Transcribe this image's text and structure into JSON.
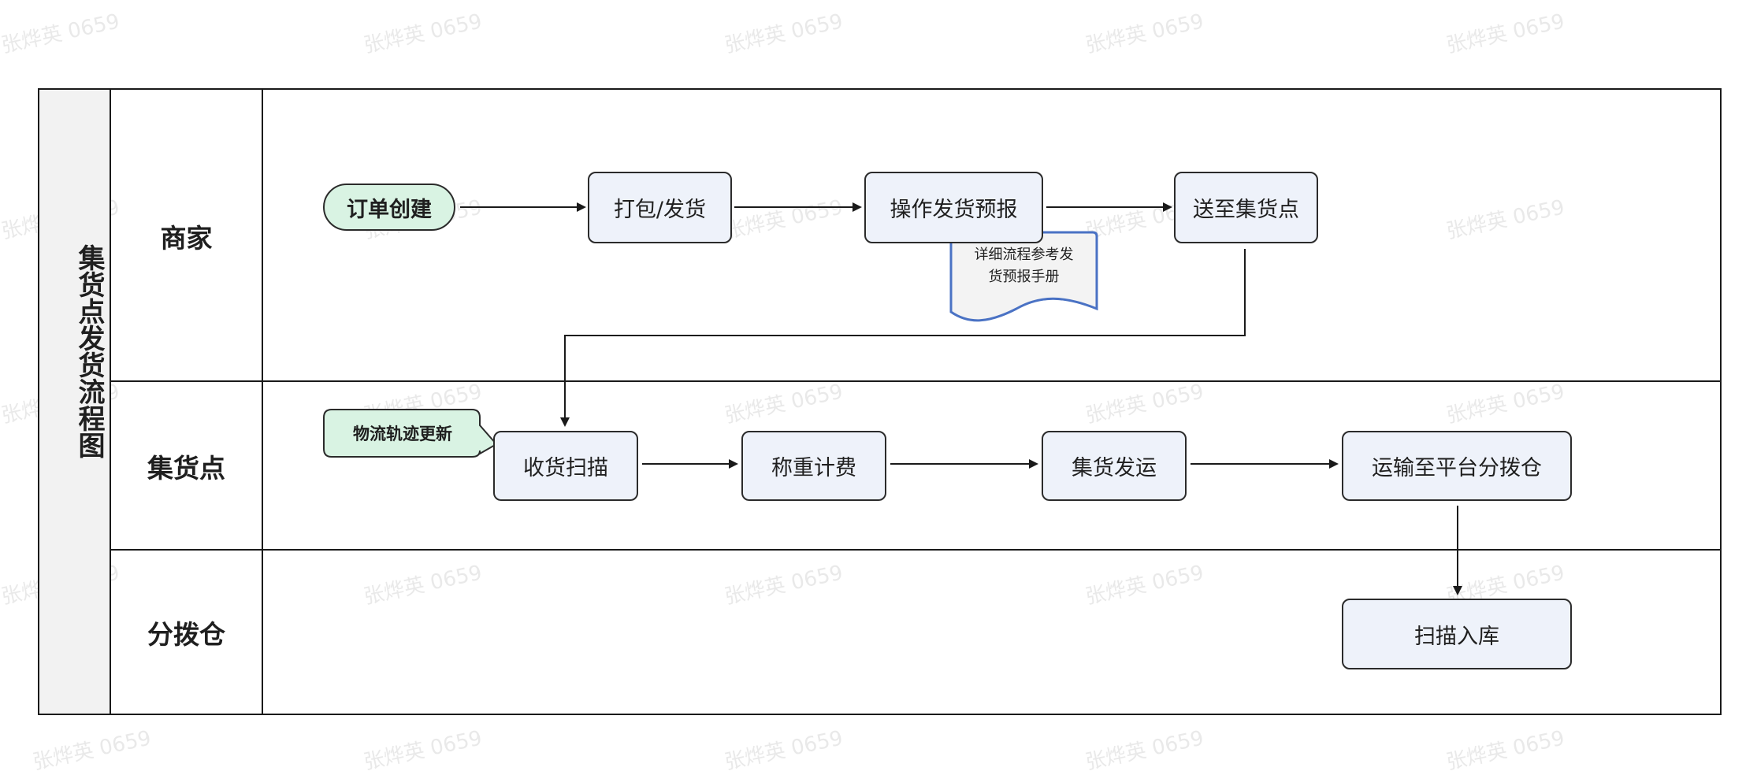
{
  "title": "集货点发货流程图",
  "watermark": "张烨英 0659",
  "lanes": [
    {
      "id": "merchant",
      "label": "商家"
    },
    {
      "id": "collection",
      "label": "集货点"
    },
    {
      "id": "warehouse",
      "label": "分拨仓"
    }
  ],
  "nodes": {
    "order_create": "订单创建",
    "pack_ship": "打包/发货",
    "pre_report": "操作发货预报",
    "send_point": "送至集货点",
    "receive_scan": "收货扫描",
    "weigh_fee": "称重计费",
    "collect_ship": "集货发运",
    "transport": "运输至平台分拨仓",
    "scan_in": "扫描入库"
  },
  "notes": {
    "pre_report_doc": "详细流程参考发货预报手册",
    "pre_report_doc_line1": "详细流程参考发",
    "pre_report_doc_line2": "货预报手册",
    "logistics_update": "物流轨迹更新"
  },
  "colors": {
    "process_fill": "#eef2fa",
    "start_fill": "#d9f3e3",
    "doc_stroke": "#4a72c4",
    "doc_fill": "#f3f3f3",
    "title_fill": "#f2f2f2"
  }
}
